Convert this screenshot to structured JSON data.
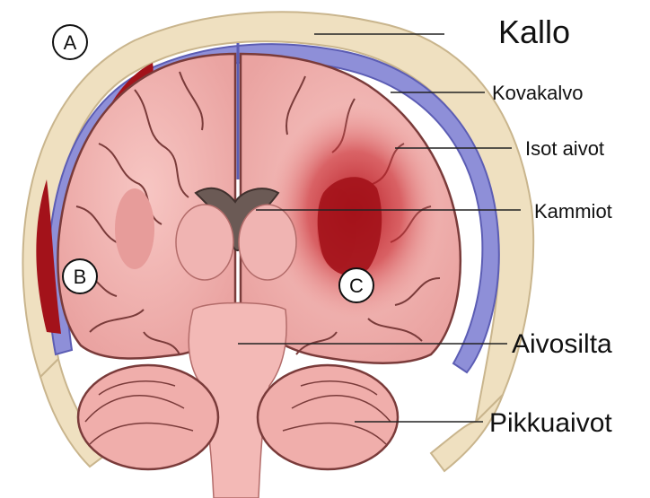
{
  "diagram": {
    "labels": {
      "skull": "Kallo",
      "dura": "Kovakalvo",
      "cerebrum": "Isot aivot",
      "ventricles": "Kammiot",
      "pons": "Aivosilta",
      "cerebellum": "Pikkuaivot"
    },
    "markers": {
      "a": "A",
      "b": "B",
      "c": "C"
    },
    "colors": {
      "skull": "#efe0c0",
      "dura": "#8e8fd8",
      "brain": "#f2b2b0",
      "brain_dark": "#d98c8a",
      "hemorrhage": "#a3121a",
      "ventricle": "#6b5a55"
    }
  }
}
